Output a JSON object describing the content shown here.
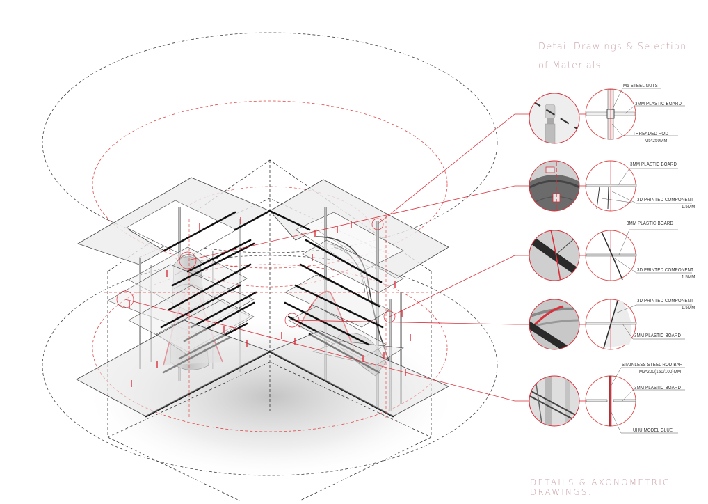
{
  "title": {
    "line1": "Detail Drawings & Selection",
    "line2": "of Materials"
  },
  "footer": "DETAILS & AXONOMETRIC DRAWINGS.",
  "colors": {
    "accent_red": "#d9303b",
    "title_pink": "#c9a0a6",
    "dashed_gray": "#555555",
    "panel_fill": "#e9e9e9",
    "edge_black": "#111111"
  },
  "details": [
    {
      "id": "detail-1",
      "labels": [
        {
          "text": "M5 STEEL NUTS"
        },
        {
          "text": "3MM PLASTIC BOARD"
        },
        {
          "text": "THREADED ROD"
        },
        {
          "text": "M5*250MM"
        }
      ]
    },
    {
      "id": "detail-2",
      "labels": [
        {
          "text": "3MM PLASTIC BOARD"
        },
        {
          "text": "3D PRINTED COMPONENT"
        },
        {
          "text": "1.5MM"
        }
      ]
    },
    {
      "id": "detail-3",
      "labels": [
        {
          "text": "3MM PLASTIC BOARD"
        },
        {
          "text": "3D PRINTED COMPONENT"
        },
        {
          "text": "1.5MM"
        }
      ]
    },
    {
      "id": "detail-4",
      "labels": [
        {
          "text": "3D PRINTED COMPONENT"
        },
        {
          "text": "1.5MM"
        },
        {
          "text": "3MM PLASTIC BOARD"
        }
      ]
    },
    {
      "id": "detail-5",
      "labels": [
        {
          "text": "STAINLESS STEEL ROD BAR"
        },
        {
          "text": "M2*200(150/100)MM"
        },
        {
          "text": "3MM PLASTIC BOARD"
        },
        {
          "text": "UHU MODEL GLUE"
        }
      ]
    }
  ]
}
